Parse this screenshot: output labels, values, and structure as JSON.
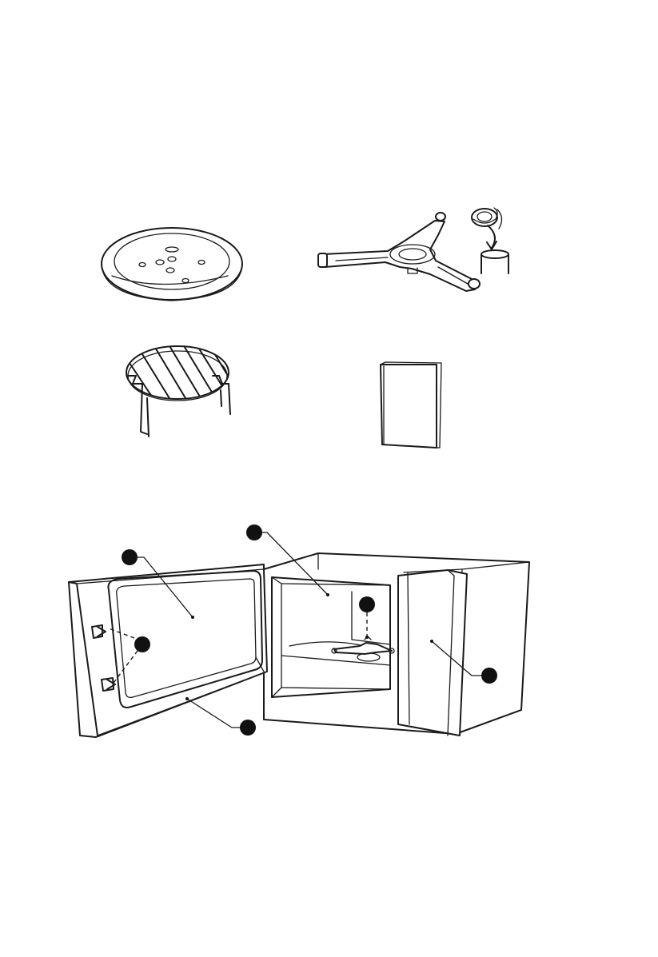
{
  "figure": {
    "accessories": [
      {
        "id": "glass-tray"
      },
      {
        "id": "roller-ring-assembly"
      },
      {
        "id": "grill-rack"
      },
      {
        "id": "instruction-manual"
      }
    ],
    "oven_callouts": [
      {
        "id": "door-window"
      },
      {
        "id": "door-safety-lock-system"
      },
      {
        "id": "door-seal"
      },
      {
        "id": "oven-cavity"
      },
      {
        "id": "turntable-shaft"
      },
      {
        "id": "control-panel"
      }
    ]
  },
  "colors": {
    "line": "#1a1a1a",
    "callout": "#111111",
    "background": "#ffffff"
  }
}
